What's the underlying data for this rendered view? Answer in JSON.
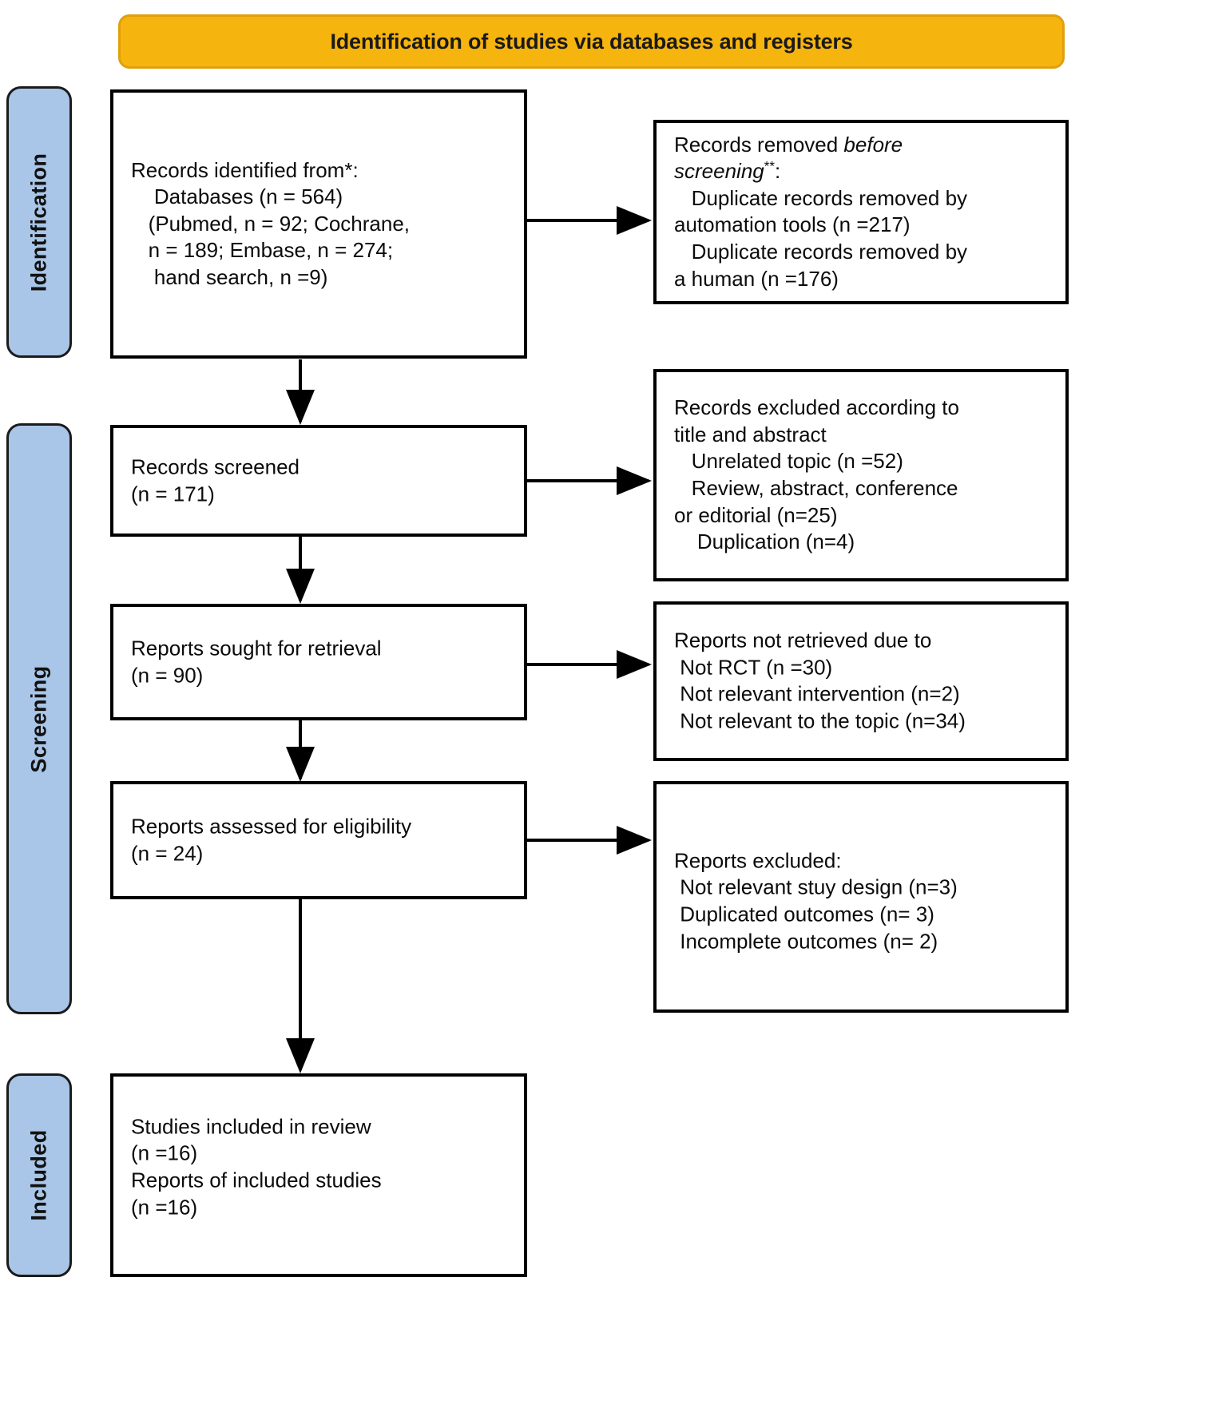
{
  "diagram": {
    "title": "Identification of studies via databases and registers",
    "type": "PRISMA flow diagram"
  },
  "stages": [
    {
      "id": "identification",
      "label": "Identification"
    },
    {
      "id": "screening",
      "label": "Screening"
    },
    {
      "id": "included",
      "label": "Included"
    }
  ],
  "boxes": {
    "records_identified": {
      "lines": [
        "Records identified from*:",
        "    Databases (n = 564)",
        "   (Pubmed, n = 92; Cochrane,",
        "   n = 189; Embase, n = 274;",
        "    hand search, n =9)"
      ]
    },
    "records_removed": {
      "line1_prefix": "Records removed ",
      "line1_italic": "before",
      "line2_italic": "screening",
      "line2_sup": "**",
      "line2_suffix": ":",
      "lines": [
        "   Duplicate records removed by",
        "automation tools (n =217)",
        "   Duplicate records removed by",
        "a human (n =176)"
      ]
    },
    "records_screened": {
      "lines": [
        "Records screened",
        "(n = 171)"
      ]
    },
    "records_excluded": {
      "lines": [
        "Records excluded according to",
        "title and abstract",
        "   Unrelated topic (n =52)",
        "   Review, abstract, conference",
        "or editorial (n=25)",
        "    Duplication (n=4)"
      ]
    },
    "reports_sought": {
      "lines": [
        "Reports sought for retrieval",
        "(n = 90)"
      ]
    },
    "reports_not_retrieved": {
      "lines": [
        "Reports not retrieved due to",
        " Not RCT (n =30)",
        " Not relevant intervention (n=2)",
        " Not relevant to the topic (n=34)"
      ]
    },
    "reports_assessed": {
      "lines": [
        "Reports assessed for eligibility",
        "(n = 24)"
      ]
    },
    "reports_excluded": {
      "lines": [
        "Reports excluded:",
        " Not relevant stuy design (n=3)",
        " Duplicated outcomes (n= 3)",
        " Incomplete outcomes (n= 2)"
      ]
    },
    "studies_included": {
      "lines": [
        "Studies included in review",
        "(n =16)",
        "Reports of included studies",
        "(n =16)"
      ]
    }
  },
  "colors": {
    "banner_fill": "#f6b40e",
    "stage_fill": "#a9c6e8",
    "box_border": "#000000",
    "text": "#0b0b0b"
  }
}
